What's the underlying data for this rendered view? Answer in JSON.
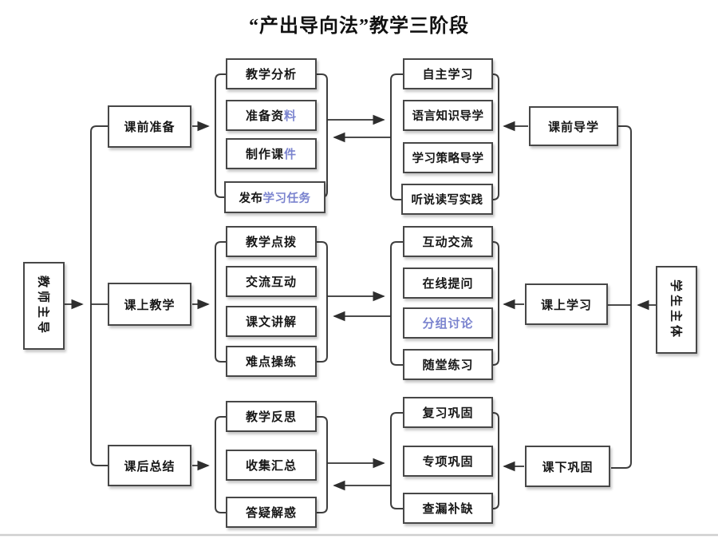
{
  "title": "“产出导向法”教学三阶段",
  "left_actor": {
    "label": "教师主导"
  },
  "right_actor": {
    "label": "学生主体"
  },
  "stages": [
    {
      "label": "课前准备"
    },
    {
      "label": "课上教学"
    },
    {
      "label": "课后总结"
    }
  ],
  "student_stages": [
    {
      "label": "课前导学"
    },
    {
      "label": "课上学习"
    },
    {
      "label": "课下巩固"
    }
  ],
  "teacher_groups": [
    {
      "boxes": [
        {
          "t1": "教学分析"
        },
        {
          "t1": "准备资",
          "t2": "料"
        },
        {
          "t1": "制作课",
          "t2": "件"
        },
        {
          "t1": "发布",
          "t2": "学习任务"
        }
      ]
    },
    {
      "boxes": [
        {
          "t1": "教学点拨"
        },
        {
          "t1": "交流互动"
        },
        {
          "t1": "课文讲解"
        },
        {
          "t1": "难点操练"
        }
      ]
    },
    {
      "boxes": [
        {
          "t1": "教学反思"
        },
        {
          "t1": "收集汇总"
        },
        {
          "t1": "答疑解惑"
        }
      ]
    }
  ],
  "student_groups": [
    {
      "boxes": [
        {
          "t1": "自主学习"
        },
        {
          "t1": "语言知识导学"
        },
        {
          "t1": "学习策略导学"
        },
        {
          "t1": "听说读写实践"
        }
      ]
    },
    {
      "boxes": [
        {
          "t1": "互动交流"
        },
        {
          "t1": "在线提问"
        },
        {
          "t2": "分组讨论"
        },
        {
          "t1": "随堂练习"
        }
      ]
    },
    {
      "boxes": [
        {
          "t1": "复习巩固"
        },
        {
          "t1": "专项巩固"
        },
        {
          "t1": "查漏补缺"
        }
      ]
    }
  ]
}
